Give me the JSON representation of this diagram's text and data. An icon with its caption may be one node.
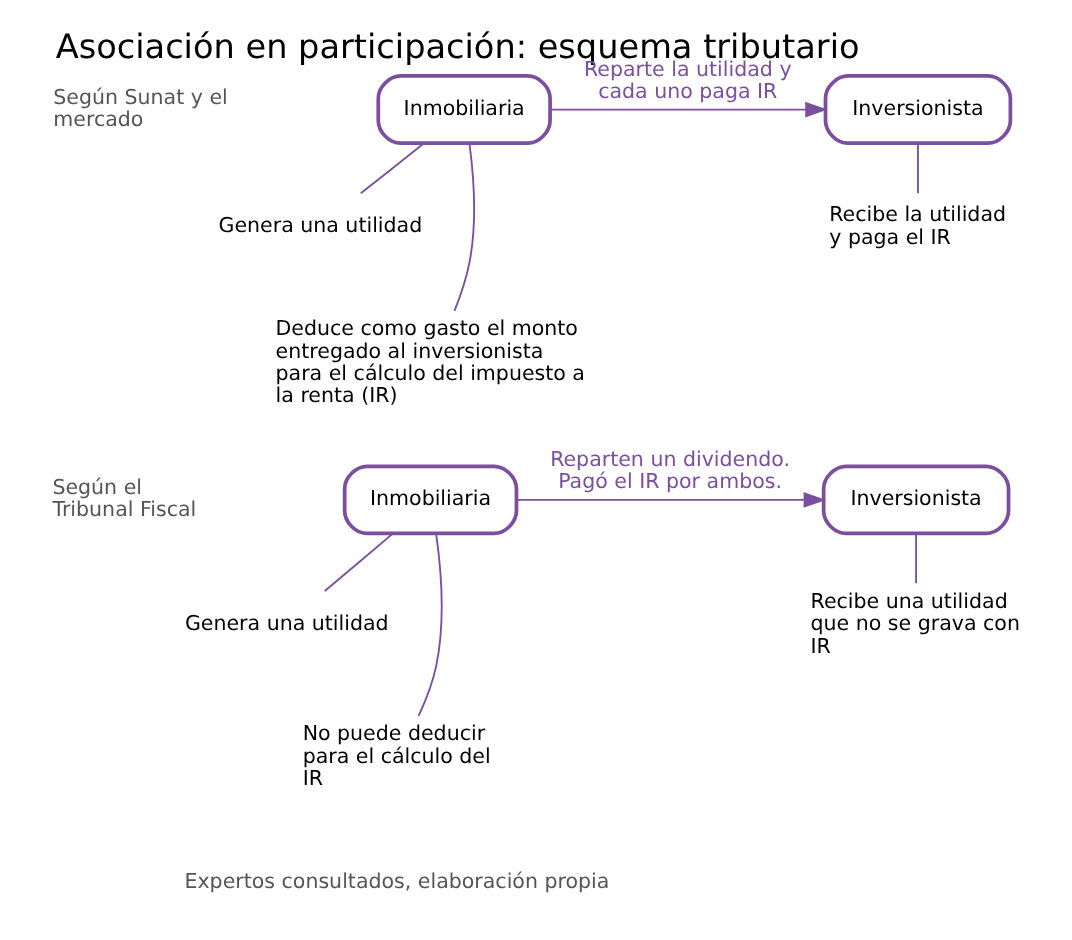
{
  "diagram": {
    "title": "Asociación en participación: esquema tributario",
    "nodes": [
      {
        "text": [
          "Inmobiliaria"
        ]
      },
      {
        "text": [
          "Inversionista"
        ]
      },
      {
        "text": [
          "Genera una utilidad"
        ]
      },
      {
        "text": [
          "Deduce como gasto el monto entregado al inversionista para el cálculo del impuesto a la renta (IR)"
        ]
      },
      {
        "text": [
          "Recibe la utilidad y paga el IR"
        ]
      },
      {
        "text": [
          "Inmobiliaria"
        ]
      },
      {
        "text": [
          "Inversionista"
        ]
      },
      {
        "text": [
          "Genera una utilidad"
        ]
      },
      {
        "text": [
          "No puede deducir para el cálculo del IR"
        ]
      },
      {
        "text": [
          "Recibe una utilidad que no se grava con IR"
        ]
      }
    ],
    "edges": [
      {
        "from": 0,
        "to": 1,
        "arrow": "to",
        "label": "Reparte la utilidad y cada uno paga IR"
      },
      {
        "from": 0,
        "to": 2,
        "arrow": "none"
      },
      {
        "from": 0,
        "to": 3,
        "arrow": "none"
      },
      {
        "from": 1,
        "to": 4,
        "arrow": "none"
      },
      {
        "from": 5,
        "to": 6,
        "arrow": "to",
        "label": "Reparten un dividendo. Pagó el IR por ambos."
      },
      {
        "from": 5,
        "to": 7,
        "arrow": "none"
      },
      {
        "from": 5,
        "to": 8,
        "arrow": "none"
      },
      {
        "from": 6,
        "to": 9,
        "arrow": "none"
      }
    ],
    "labels": [
      "Según Sunat y el mercado",
      "Según el Tribunal Fiscal",
      "Expertos consultados, elaboración propia"
    ]
  }
}
